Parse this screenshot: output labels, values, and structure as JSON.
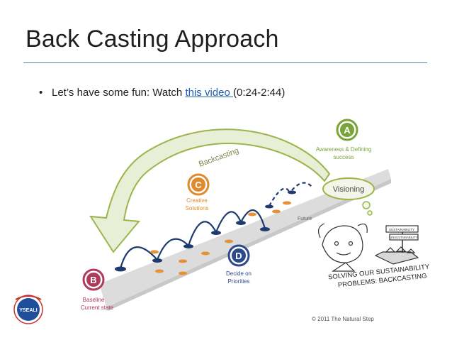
{
  "slide": {
    "title": "Back Casting Approach",
    "bullet": {
      "prefix": "Let’s have some fun: Watch ",
      "link_text": "this video ",
      "suffix": "(0:24-2:44)"
    }
  },
  "diagram": {
    "arrow_label": "Backcasting",
    "stage_a": {
      "letter": "A",
      "line1": "Awareness & Defining",
      "line2": "success"
    },
    "stage_b": {
      "letter": "B",
      "line1": "Baseline",
      "line2": "Current state"
    },
    "stage_c": {
      "letter": "C",
      "line1": "Creative",
      "line2": "Solutions"
    },
    "stage_d": {
      "letter": "D",
      "line1": "Decide on",
      "line2": "Priorities"
    },
    "visioning": "Visioning",
    "future": "Future",
    "sketch_caption_1": "SOLVING OUR SUSTAINABILITY",
    "sketch_caption_2": "PROBLEMS: BACKCASTING",
    "signpost_1": "SUSTAINABILITY",
    "signpost_2": "UNSUSTAINABILITY",
    "copyright": "© 2011 The Natural Step",
    "logo_text": "YSEALI"
  },
  "colors": {
    "rule": "#4f81bd",
    "link": "#1f5fb4",
    "stage_a": "#7aa33a",
    "stage_b": "#b03a5b",
    "stage_c": "#e08a2e",
    "stage_d": "#2c4a8c",
    "path_dot": "#1e3a6e",
    "orange_dot": "#e69138",
    "arrow_fill": "#e9eed6",
    "arrow_stroke": "#9bb54a"
  },
  "icons": {
    "logo": "yseali-logo",
    "sketch": "thinker-sketch"
  }
}
